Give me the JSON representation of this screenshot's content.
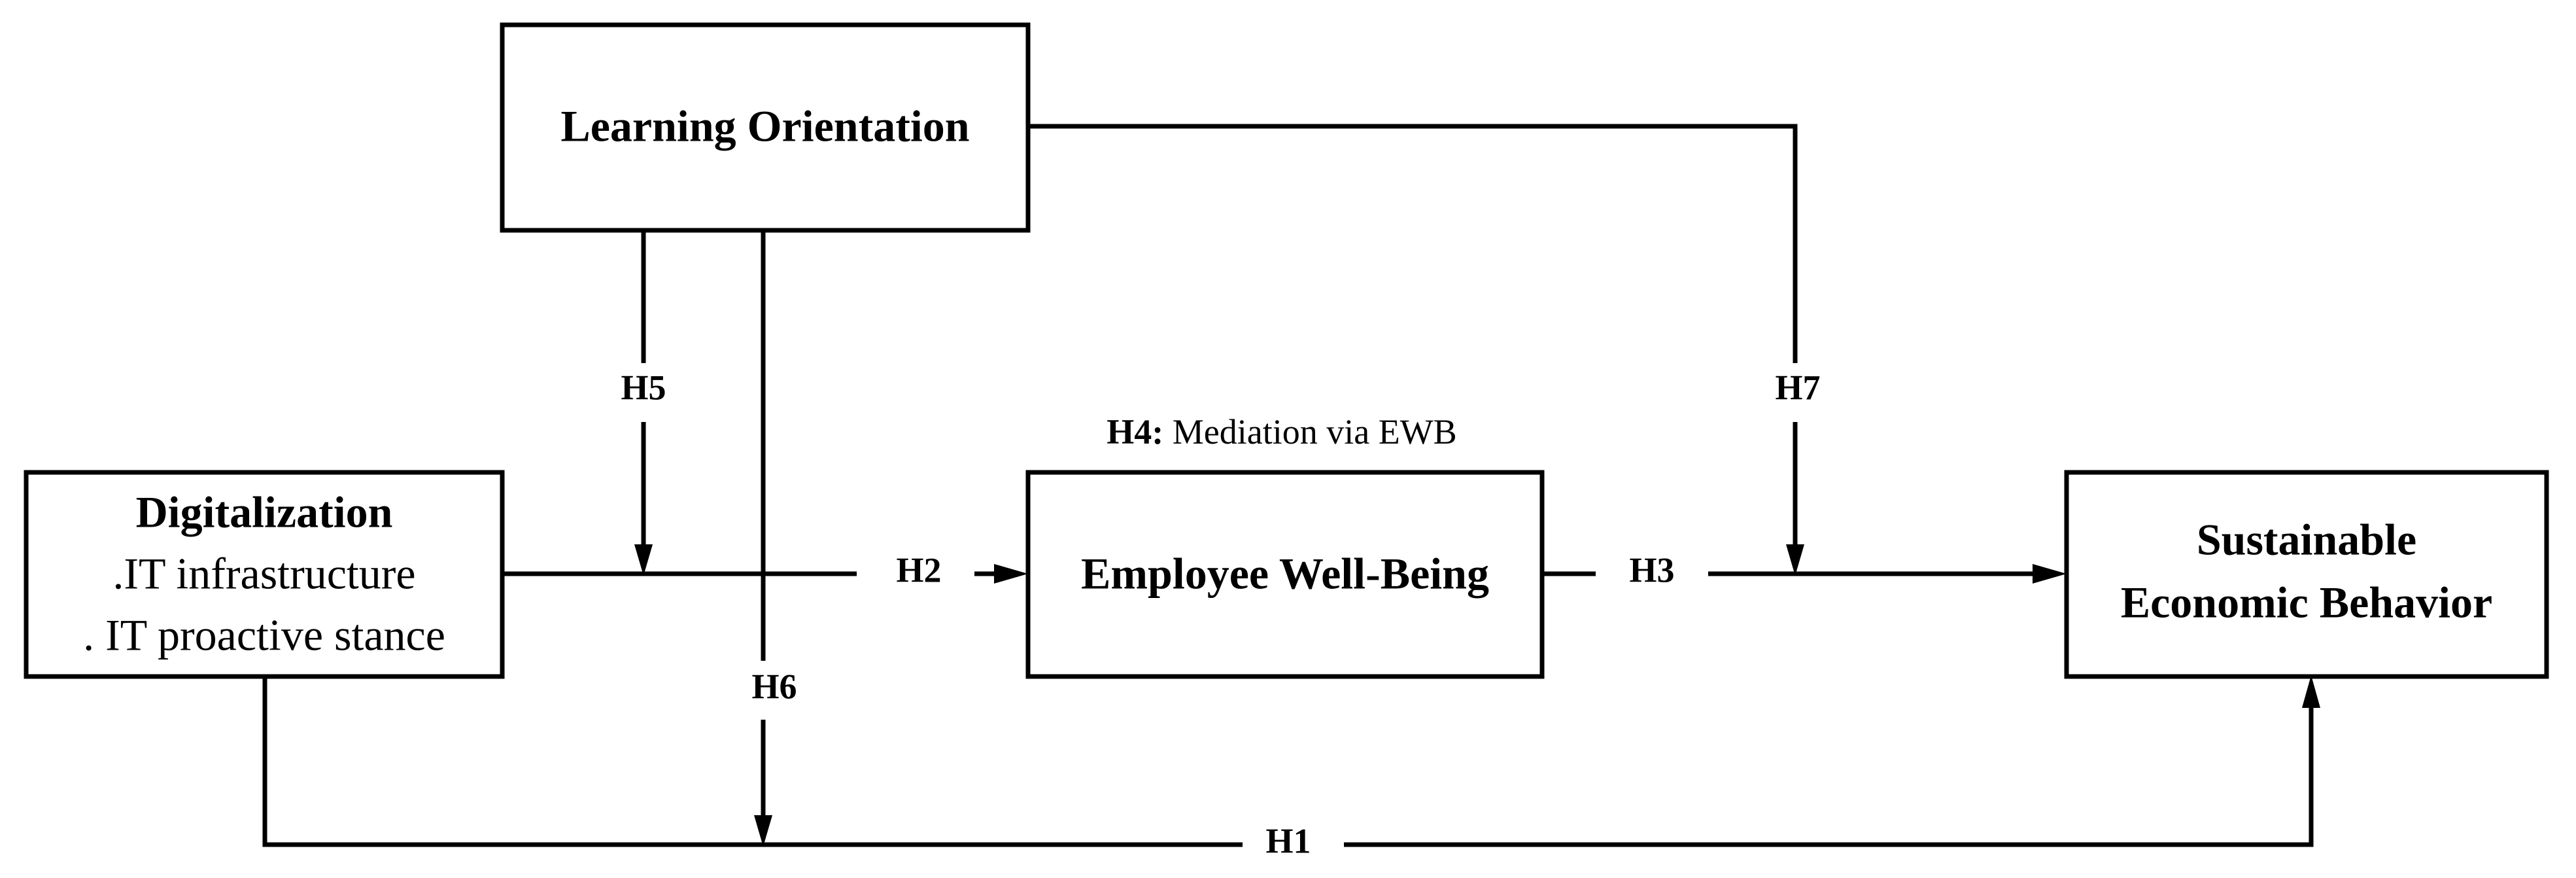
{
  "nodes": {
    "learning_orientation": {
      "title": "Learning Orientation"
    },
    "digitalization": {
      "title": "Digitalization",
      "items": [
        ".IT infrastructure",
        ". IT proactive stance"
      ]
    },
    "employee_well_being": {
      "title": "Employee Well-Being"
    },
    "sustainable_economic_behavior": {
      "title_line1": "Sustainable",
      "title_line2": "Economic Behavior"
    }
  },
  "hypotheses": {
    "h1": "H1",
    "h2": "H2",
    "h3": "H3",
    "h5": "H5",
    "h6": "H6",
    "h7": "H7"
  },
  "mediation_note": {
    "label": "H4:",
    "text": " Mediation via EWB"
  }
}
